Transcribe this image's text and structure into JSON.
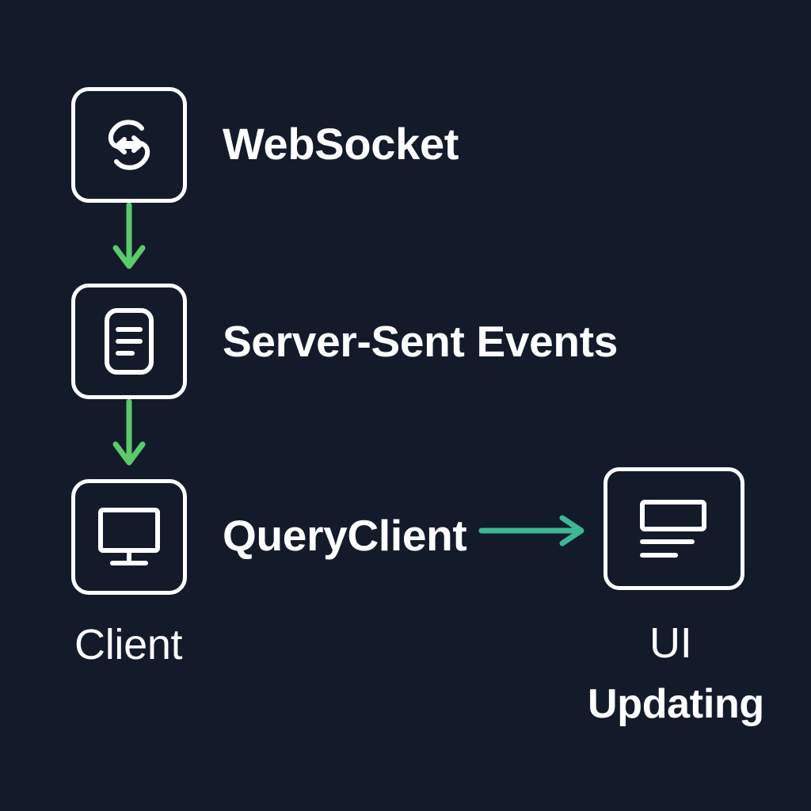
{
  "diagram": {
    "title": "Real-time data flow: WebSocket / Server-Sent Events to QueryClient to UI",
    "background_color": "#131b2b",
    "stroke_color": "#ffffff",
    "arrow_color_vertical": "#5cc96a",
    "arrow_color_horizontal": "#3db795"
  },
  "nodes": [
    {
      "id": "websocket",
      "label": "WebSocket",
      "icon": "websocket-swirl-icon",
      "caption": ""
    },
    {
      "id": "sse",
      "label": "Server-Sent Events",
      "icon": "document-lines-icon",
      "caption": ""
    },
    {
      "id": "queryclient",
      "label": "QueryClient",
      "icon": "desktop-monitor-icon",
      "caption": "Client"
    },
    {
      "id": "ui",
      "label": "",
      "icon": "ui-card-icon",
      "caption": "UI",
      "caption2": "Updating"
    }
  ],
  "edges": [
    {
      "id": "ws-to-sse",
      "from": "websocket",
      "to": "sse",
      "direction": "down",
      "color": "#5cc96a"
    },
    {
      "id": "sse-to-client",
      "from": "sse",
      "to": "queryclient",
      "direction": "down",
      "color": "#5cc96a"
    },
    {
      "id": "client-to-ui",
      "from": "queryclient",
      "to": "ui",
      "direction": "right",
      "color": "#3db795"
    }
  ],
  "labels": {
    "websocket": "WebSocket",
    "sse": "Server-Sent Events",
    "queryclient": "QueryClient",
    "client_caption": "Client",
    "ui_caption": "UI",
    "ui_caption_second": "Updating"
  }
}
